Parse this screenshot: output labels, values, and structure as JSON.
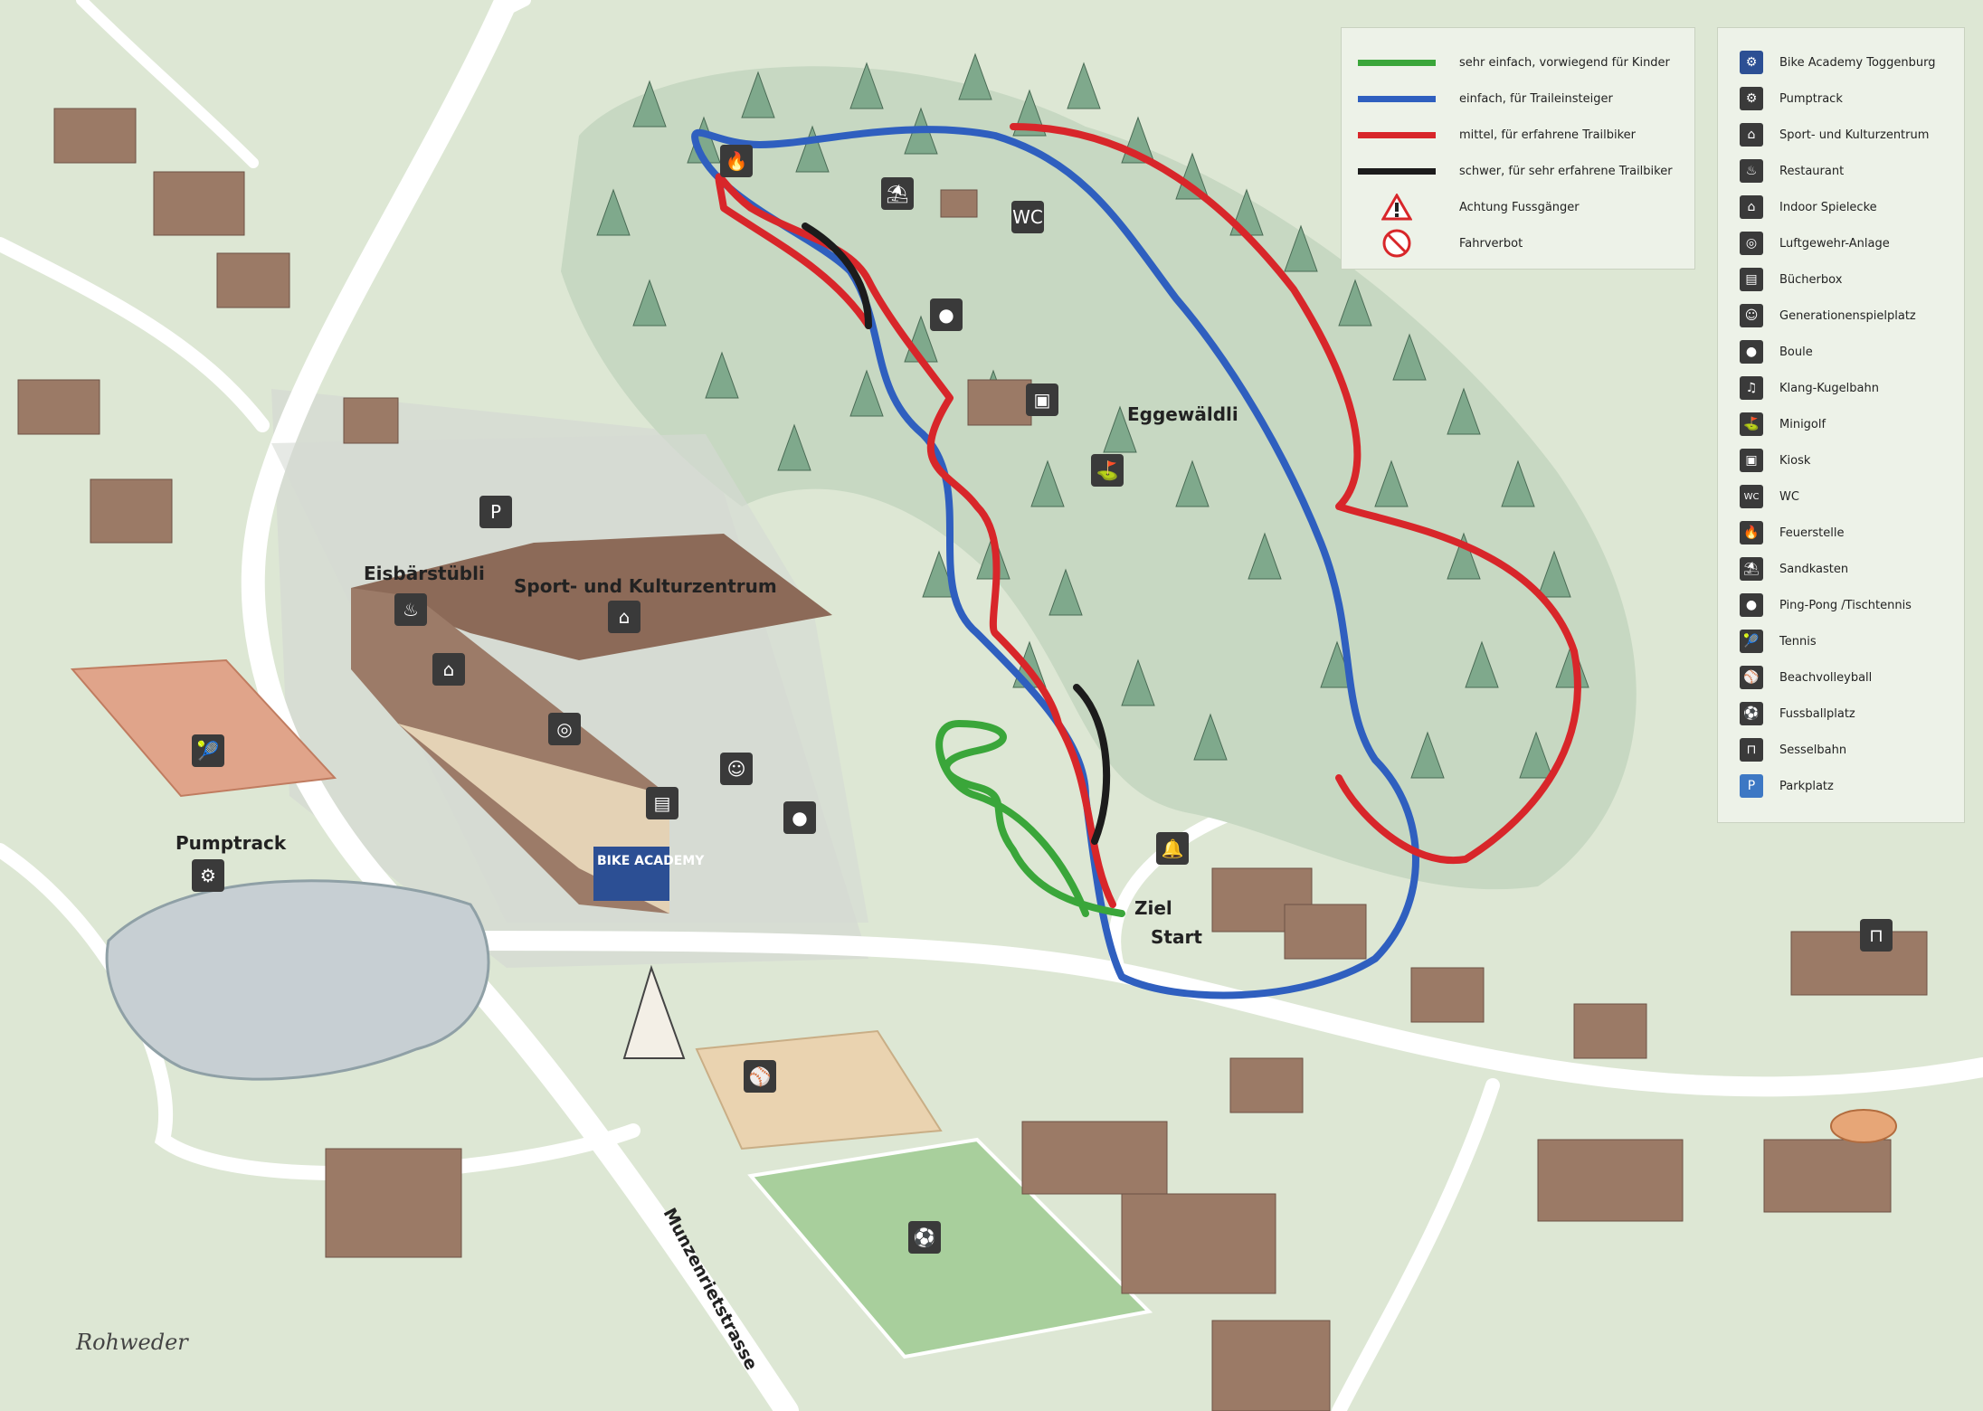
{
  "map_labels": {
    "eggewaeldli": "Eggewäldli",
    "eisbaerstuebli": "Eisbärstübli",
    "sportzentrum": "Sport- und Kulturzentrum",
    "pumptrack": "Pumptrack",
    "ziel": "Ziel",
    "start": "Start",
    "street": "Munzenrietstrasse",
    "wc": "WC",
    "parking": "P",
    "academy_sign": "BIKE ACADEMY",
    "signature": "Rohweder"
  },
  "trail_legend": [
    {
      "label": "sehr einfach, vorwiegend für Kinder",
      "color": "#3aa63a"
    },
    {
      "label": "einfach, für Traileinsteiger",
      "color": "#2f5fbf"
    },
    {
      "label": "mittel, für erfahrene Trailbiker",
      "color": "#d8262a"
    },
    {
      "label": "schwer, für sehr erfahrene Trailbiker",
      "color": "#1c1c1c"
    },
    {
      "label": "Achtung Fussgänger",
      "icon": "warning-triangle-icon"
    },
    {
      "label": "Fahrverbot",
      "icon": "no-bike-icon"
    }
  ],
  "facility_legend": [
    {
      "label": "Bike Academy Toggenburg",
      "icon": "bike-academy-logo-icon"
    },
    {
      "label": "Pumptrack",
      "icon": "pumptrack-icon"
    },
    {
      "label": "Sport- und Kulturzentrum",
      "icon": "sport-center-icon"
    },
    {
      "label": "Restaurant",
      "icon": "restaurant-icon"
    },
    {
      "label": "Indoor Spielecke",
      "icon": "indoor-play-icon"
    },
    {
      "label": "Luftgewehr-Anlage",
      "icon": "target-icon"
    },
    {
      "label": "Bücherbox",
      "icon": "book-box-icon"
    },
    {
      "label": "Generationenspielplatz",
      "icon": "playground-icon"
    },
    {
      "label": "Boule",
      "icon": "boule-icon"
    },
    {
      "label": "Klang-Kugelbahn",
      "icon": "bell-icon"
    },
    {
      "label": "Minigolf",
      "icon": "minigolf-icon"
    },
    {
      "label": "Kiosk",
      "icon": "kiosk-icon"
    },
    {
      "label": "WC",
      "icon": "wc-icon"
    },
    {
      "label": "Feuerstelle",
      "icon": "fire-icon"
    },
    {
      "label": "Sandkasten",
      "icon": "sandbox-icon"
    },
    {
      "label": "Ping-Pong /Tischtennis",
      "icon": "ping-pong-icon"
    },
    {
      "label": "Tennis",
      "icon": "tennis-icon"
    },
    {
      "label": "Beachvolleyball",
      "icon": "volleyball-icon"
    },
    {
      "label": "Fussballplatz",
      "icon": "football-icon"
    },
    {
      "label": "Sesselbahn",
      "icon": "chairlift-icon"
    },
    {
      "label": "Parkplatz",
      "icon": "parking-icon"
    }
  ]
}
